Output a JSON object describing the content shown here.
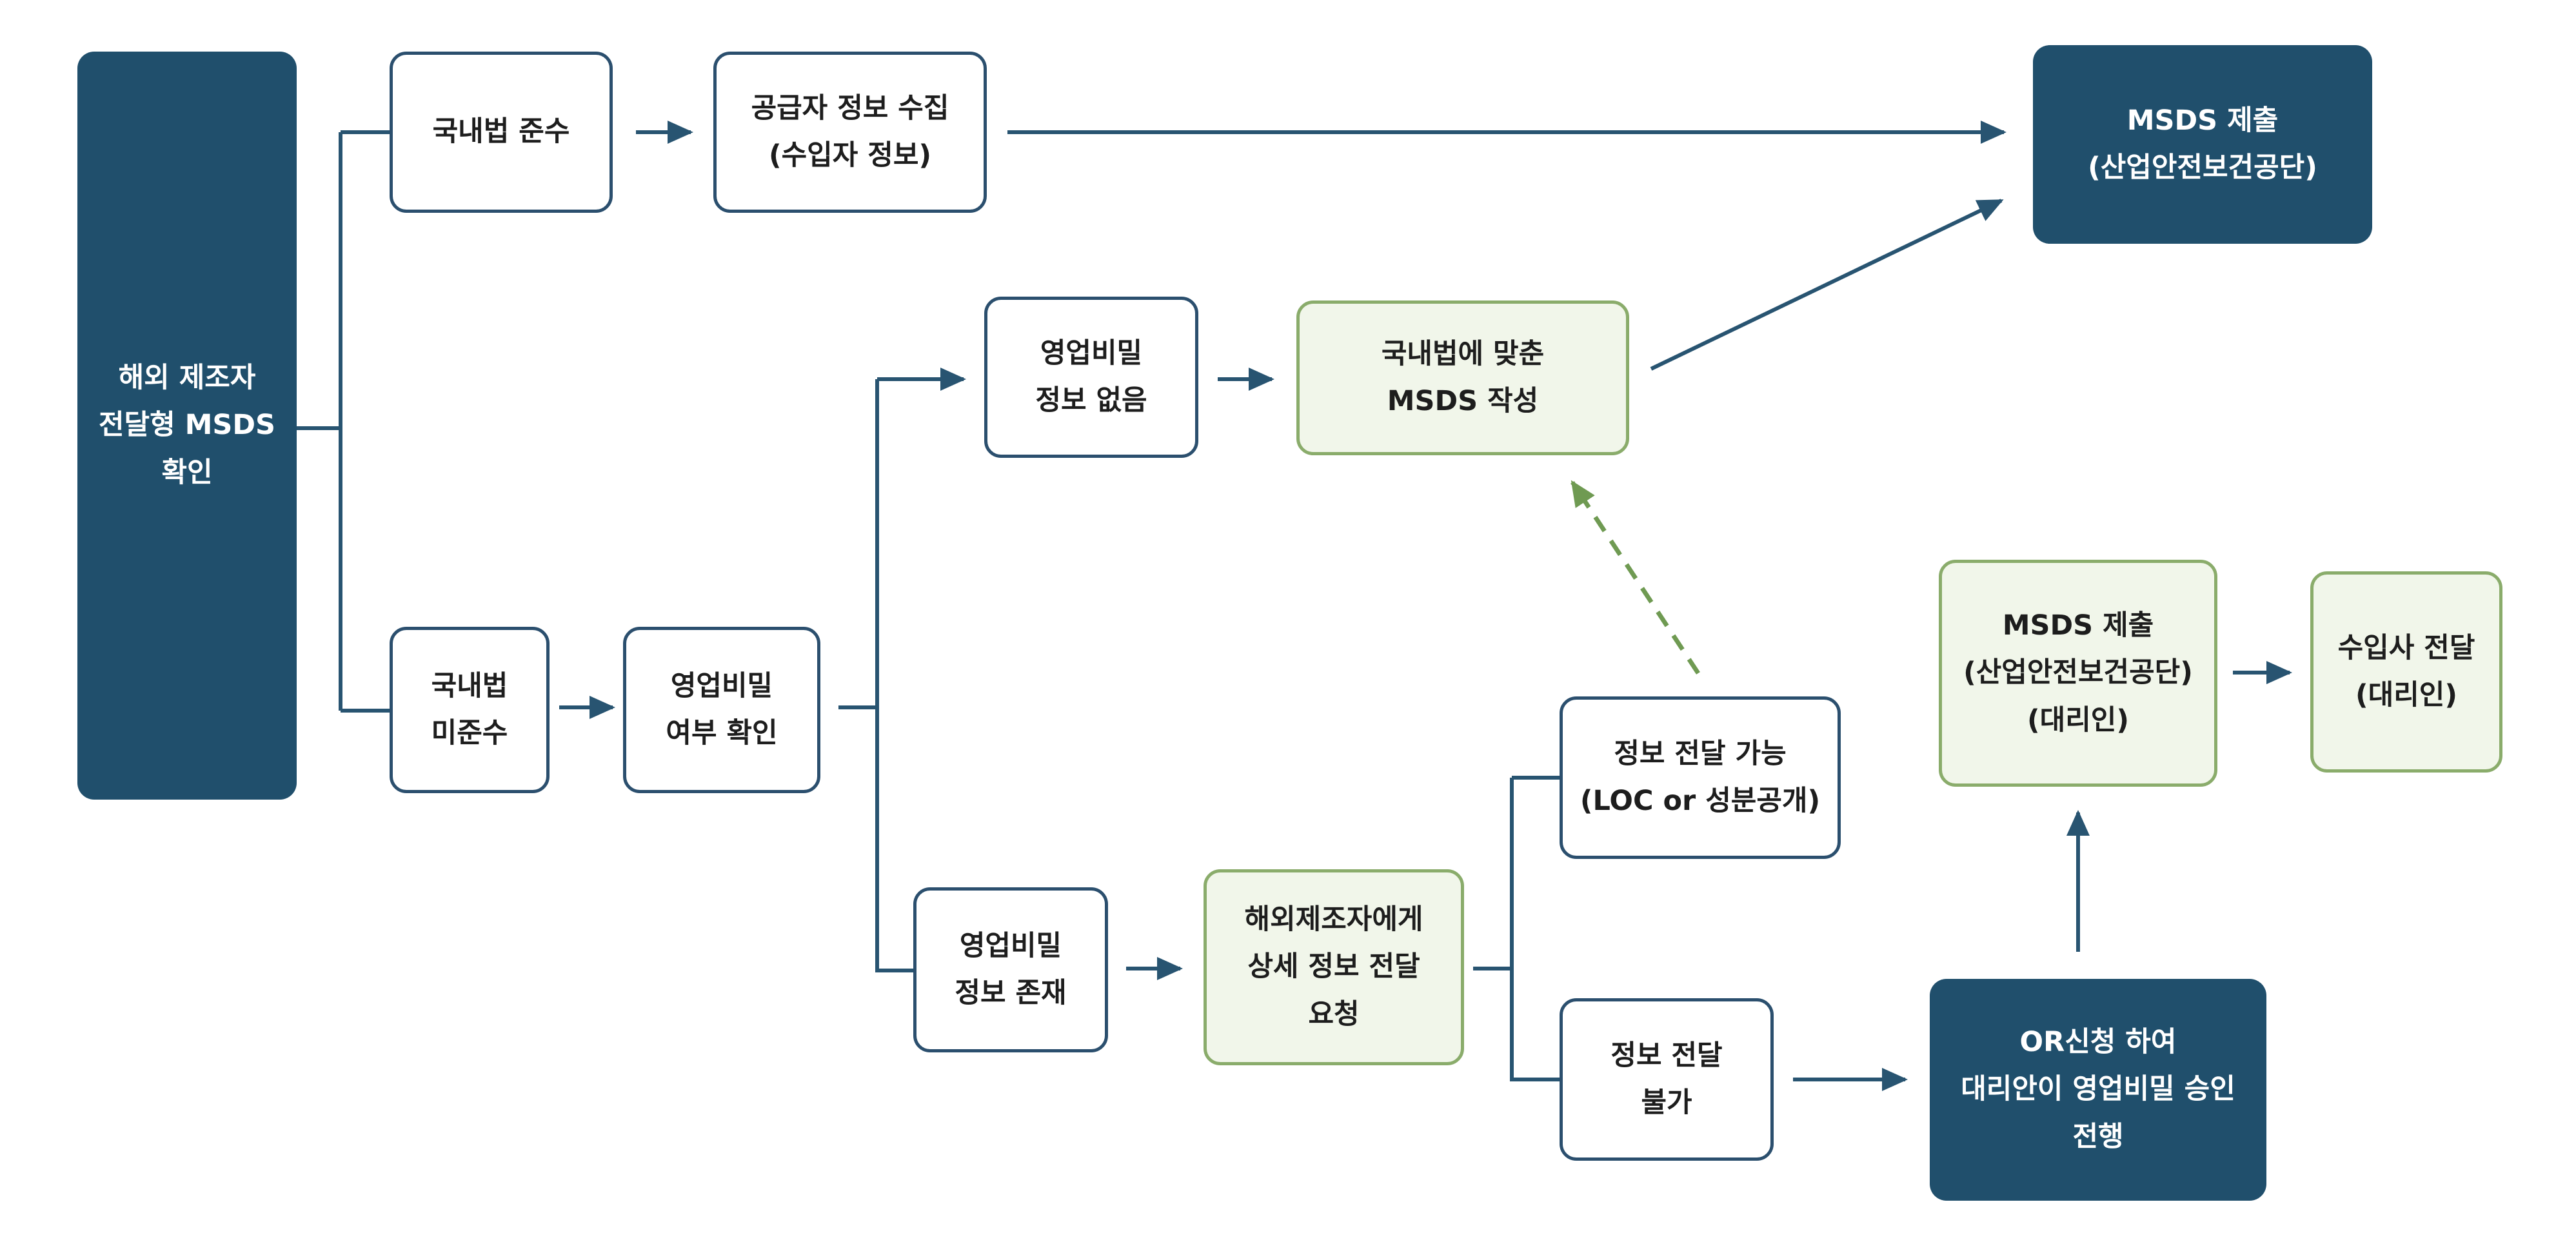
{
  "colors": {
    "navy": "#204f6c",
    "outline": "#2b4f6e",
    "arrow": "#285471",
    "green_border": "#8aac6b",
    "green_fill": "#f1f6ea",
    "green_dashed": "#6f9a52"
  },
  "nodes": {
    "start": {
      "lines": [
        "해외 제조자",
        "전달형 MSDS",
        "확인"
      ]
    },
    "domestic_compliant": {
      "lines": [
        "국내법 준수"
      ]
    },
    "supplier_info": {
      "lines": [
        "공급자 정보 수집",
        "(수입자 정보)"
      ]
    },
    "msds_submit_top": {
      "lines": [
        "MSDS 제출",
        "(산업안전보건공단)"
      ]
    },
    "domestic_noncompliant": {
      "lines": [
        "국내법",
        "미준수"
      ]
    },
    "trade_secret_check": {
      "lines": [
        "영업비밀",
        "여부 확인"
      ]
    },
    "no_trade_secret": {
      "lines": [
        "영업비밀",
        "정보 없음"
      ]
    },
    "write_msds": {
      "lines": [
        "국내법에 맞춘",
        "MSDS 작성"
      ]
    },
    "trade_secret_exists": {
      "lines": [
        "영업비밀",
        "정보 존재"
      ]
    },
    "request_details": {
      "lines": [
        "해외제조자에게",
        "상세 정보 전달",
        "요청"
      ]
    },
    "info_possible": {
      "lines": [
        "정보 전달 가능",
        "(LOC or 성분공개)"
      ]
    },
    "info_impossible": {
      "lines": [
        "정보 전달",
        "불가"
      ]
    },
    "or_application": {
      "lines": [
        "OR신청 하여",
        "대리안이 영업비밀 승인",
        "전행"
      ]
    },
    "msds_submit_agent": {
      "lines": [
        "MSDS 제출",
        "(산업안전보건공단)",
        "(대리인)"
      ]
    },
    "importer_delivery": {
      "lines": [
        "수입사 전달",
        "(대리인)"
      ]
    }
  }
}
